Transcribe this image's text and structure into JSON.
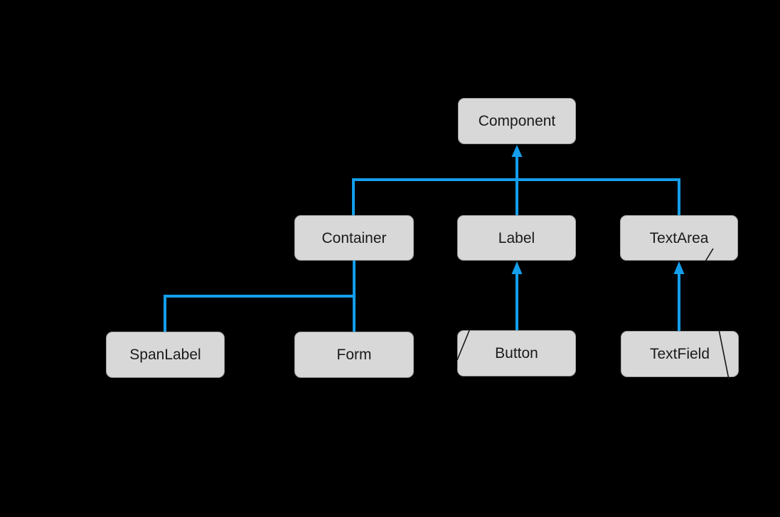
{
  "diagram": {
    "type": "class-hierarchy",
    "nodes": [
      {
        "id": "component",
        "label": "Component"
      },
      {
        "id": "container",
        "label": "Container"
      },
      {
        "id": "label",
        "label": "Label"
      },
      {
        "id": "textarea",
        "label": "TextArea"
      },
      {
        "id": "spanlabel",
        "label": "SpanLabel"
      },
      {
        "id": "form",
        "label": "Form"
      },
      {
        "id": "button",
        "label": "Button"
      },
      {
        "id": "textfield",
        "label": "TextField"
      }
    ],
    "edges": [
      {
        "from": "Container",
        "to": "Component",
        "arrow": true
      },
      {
        "from": "Label",
        "to": "Component",
        "arrow": true
      },
      {
        "from": "TextArea",
        "to": "Component",
        "arrow": true
      },
      {
        "from": "SpanLabel",
        "to": "Container",
        "arrow": false
      },
      {
        "from": "Form",
        "to": "Container",
        "arrow": false
      },
      {
        "from": "Button",
        "to": "Label",
        "arrow": true
      },
      {
        "from": "TextField",
        "to": "TextArea",
        "arrow": true
      }
    ],
    "colors": {
      "background": "#000000",
      "connector": "#149EEC",
      "node_fill": "#D8D8D8",
      "node_border": "#A3A3A3",
      "node_text": "#1A1A1A",
      "artifact": "#161616"
    }
  }
}
